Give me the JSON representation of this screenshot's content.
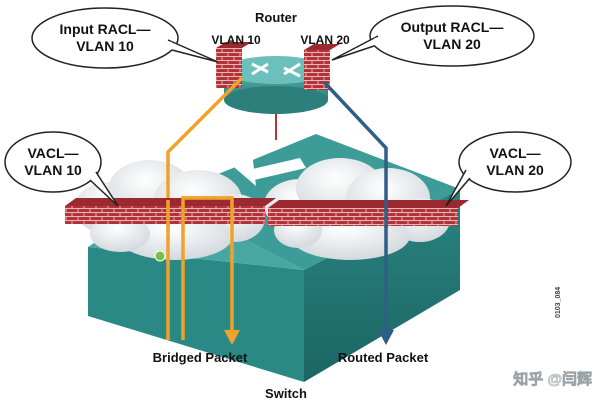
{
  "router": {
    "title": "Router",
    "left_port": "VLAN 10",
    "right_port": "VLAN 20"
  },
  "callouts": {
    "input_racl": {
      "line1": "Input RACL—",
      "line2": "VLAN 10"
    },
    "output_racl": {
      "line1": "Output RACL—",
      "line2": "VLAN 20"
    },
    "vacl_10": {
      "line1": "VACL—",
      "line2": "VLAN 10"
    },
    "vacl_20": {
      "line1": "VACL—",
      "line2": "VLAN 20"
    }
  },
  "labels": {
    "bridged_packet": "Bridged Packet",
    "routed_packet": "Routed Packet",
    "switch": "Switch",
    "figure_code": "0103_084"
  },
  "watermark": "知乎 @闫辉",
  "colors": {
    "switch_top": "#3d9c98",
    "switch_side": "#1d6f6c",
    "firewall": "#b3333a",
    "bridged_path": "#f0a22a",
    "routed_path": "#2f5f86",
    "cloud": "#e8ecef"
  }
}
